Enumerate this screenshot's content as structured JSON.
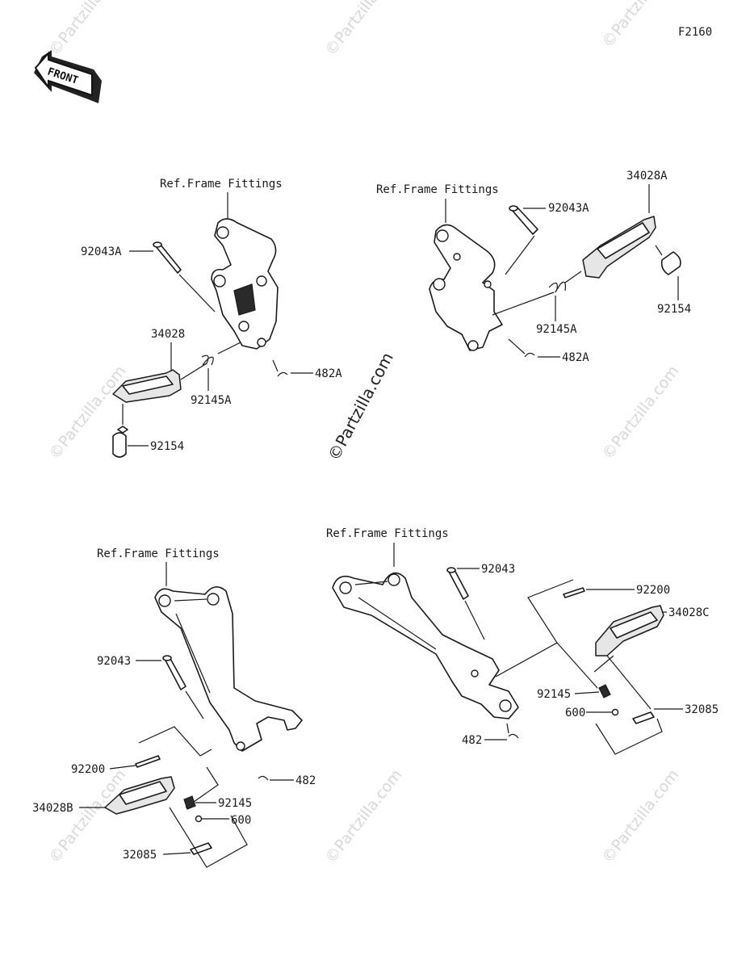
{
  "diagram_code": "F2160",
  "front_label": "FRONT",
  "watermark": "©Partzilla.com",
  "top_left_group": {
    "ref_label": "Ref.Frame Fittings",
    "pin": "92043A",
    "footpeg": "34028",
    "spring": "92145A",
    "clip": "482A",
    "rubber": "92154"
  },
  "top_right_group": {
    "ref_label": "Ref.Frame Fittings",
    "pin": "92043A",
    "footpeg": "34028A",
    "rubber": "92154",
    "spring": "92145A",
    "clip": "482A"
  },
  "bottom_left_group": {
    "ref_label": "Ref.Frame Fittings",
    "pin": "92043",
    "pin2": "92200",
    "footpeg": "34028B",
    "spring": "92145",
    "ball": "600",
    "plate": "32085",
    "clip": "482"
  },
  "bottom_right_group": {
    "ref_label": "Ref.Frame Fittings",
    "pin": "92043",
    "pin2": "92200",
    "footpeg": "34028C",
    "spring": "92145",
    "ball": "600",
    "plate": "32085",
    "clip": "482"
  }
}
